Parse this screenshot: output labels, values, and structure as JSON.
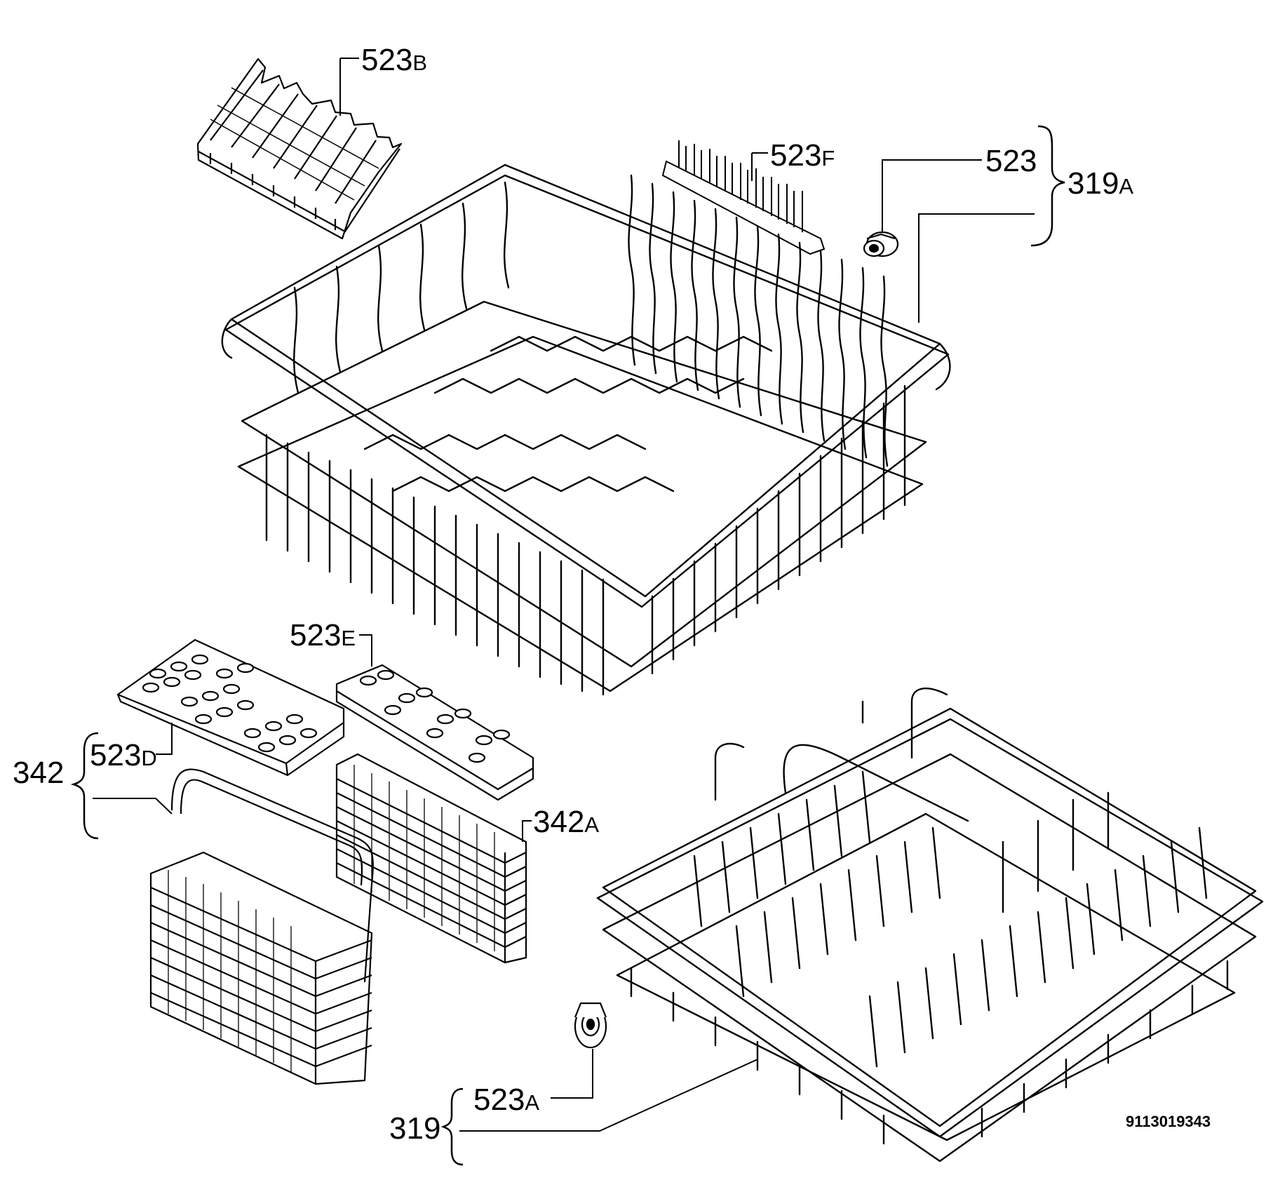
{
  "labels": {
    "523B": {
      "num": "523",
      "sfx": "B"
    },
    "523F": {
      "num": "523",
      "sfx": "F"
    },
    "523": {
      "num": "523",
      "sfx": ""
    },
    "319A": {
      "num": "319",
      "sfx": "A"
    },
    "523E": {
      "num": "523",
      "sfx": "E"
    },
    "523D": {
      "num": "523",
      "sfx": "D"
    },
    "342": {
      "num": "342",
      "sfx": ""
    },
    "342A": {
      "num": "342",
      "sfx": "A"
    },
    "523A": {
      "num": "523",
      "sfx": "A"
    },
    "319": {
      "num": "319",
      "sfx": ""
    }
  },
  "drawing_number": "9113019343"
}
